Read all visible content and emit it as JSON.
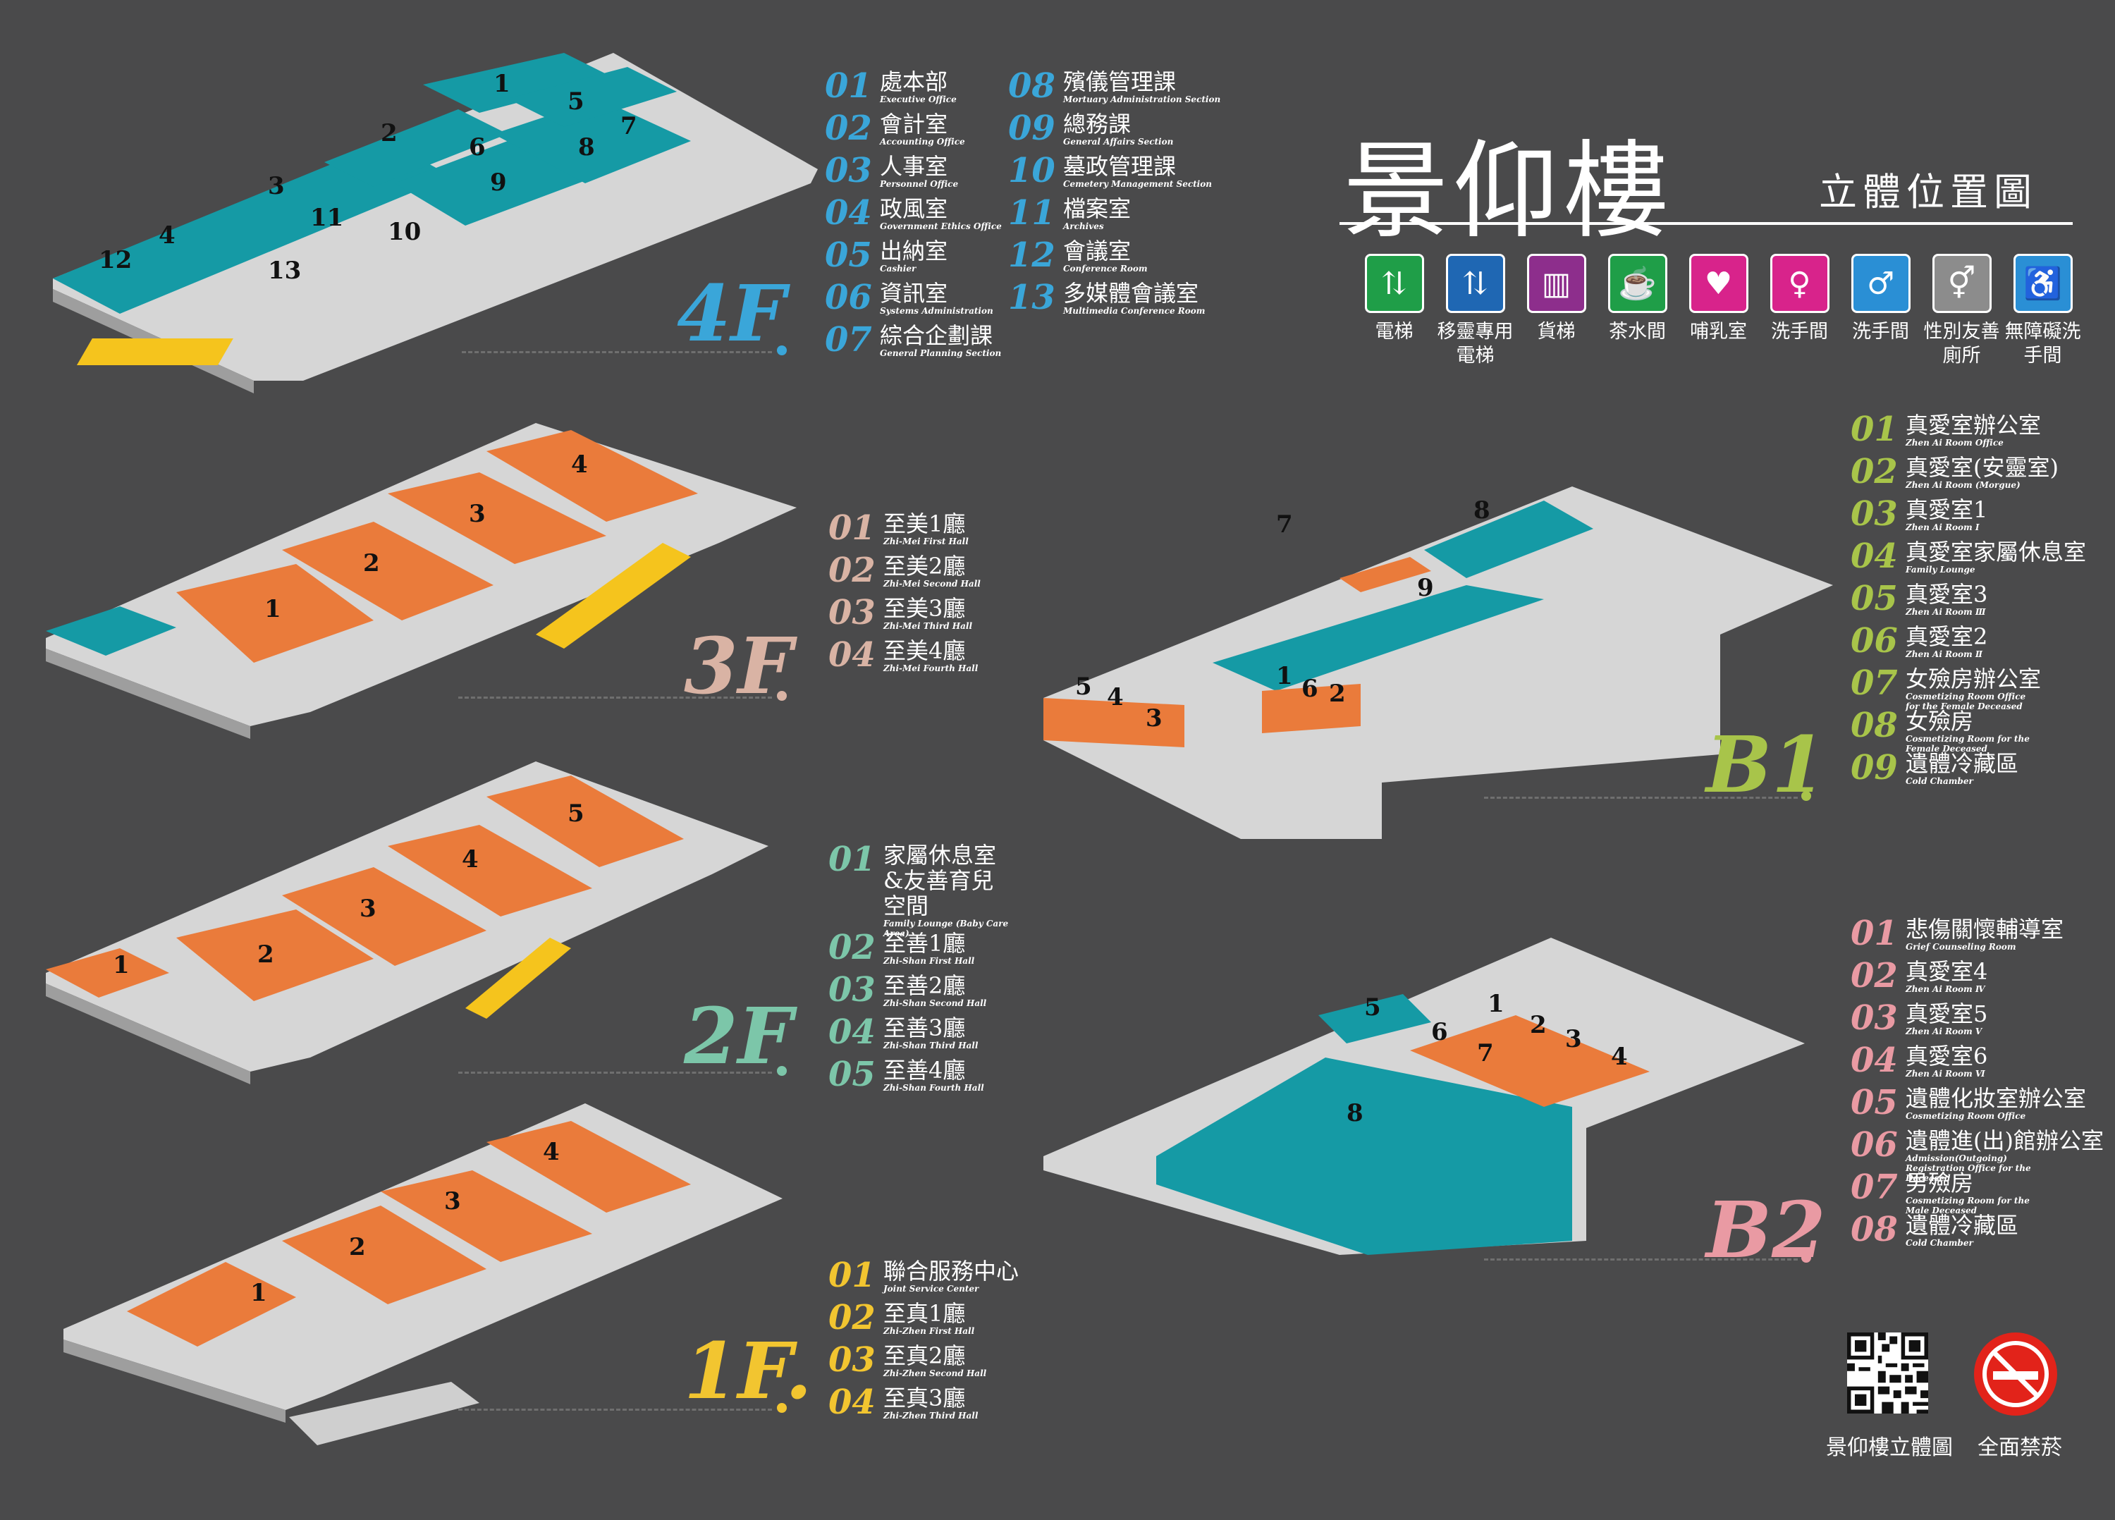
{
  "header": {
    "title": "景仰樓",
    "subtitle": "立體位置圖"
  },
  "icon_legend": [
    {
      "icon": "elevator-icon",
      "color": "#1f9e48",
      "label": "電梯"
    },
    {
      "icon": "transfer-elevator-icon",
      "color": "#1f67b3",
      "label": "移靈專用電梯"
    },
    {
      "icon": "freight-elevator-icon",
      "color": "#8d2e8c",
      "label": "貨梯"
    },
    {
      "icon": "tea-room-icon",
      "color": "#1f9e48",
      "label": "茶水間"
    },
    {
      "icon": "nursing-room-icon",
      "color": "#d8238b",
      "label": "哺乳室"
    },
    {
      "icon": "womens-restroom-icon",
      "color": "#d8238b",
      "label": "洗手間"
    },
    {
      "icon": "mens-restroom-icon",
      "color": "#2a8fd5",
      "label": "洗手間"
    },
    {
      "icon": "gender-friendly-restroom-icon",
      "color": "#8c8c8c",
      "label": "性別友善廁所"
    },
    {
      "icon": "accessible-restroom-icon",
      "color": "#2a8fd5",
      "label": "無障礙洗手間"
    }
  ],
  "colors": {
    "teal": "#159aa5",
    "orange": "#ea7b3b",
    "floor": "#dcdcdc",
    "stairs": "#f5c41d",
    "f4": "#3aa6d9",
    "f3": "#d9b3a4",
    "f2": "#7cc6a9",
    "f1": "#f2c530",
    "b1": "#a8c44a",
    "b2": "#e99aa3"
  },
  "floors": {
    "f4": {
      "label": "4F",
      "rooms": [
        {
          "num": "01",
          "zh": "處本部",
          "en": "Executive Office"
        },
        {
          "num": "02",
          "zh": "會計室",
          "en": "Accounting Office"
        },
        {
          "num": "03",
          "zh": "人事室",
          "en": "Personnel Office"
        },
        {
          "num": "04",
          "zh": "政風室",
          "en": "Government Ethics Office"
        },
        {
          "num": "05",
          "zh": "出納室",
          "en": "Cashier"
        },
        {
          "num": "06",
          "zh": "資訊室",
          "en": "Systems Administration"
        },
        {
          "num": "07",
          "zh": "綜合企劃課",
          "en": "General Planning Section"
        },
        {
          "num": "08",
          "zh": "殯儀管理課",
          "en": "Mortuary Administration Section"
        },
        {
          "num": "09",
          "zh": "總務課",
          "en": "General Affairs Section"
        },
        {
          "num": "10",
          "zh": "墓政管理課",
          "en": "Cemetery Management Section"
        },
        {
          "num": "11",
          "zh": "檔案室",
          "en": "Archives"
        },
        {
          "num": "12",
          "zh": "會議室",
          "en": "Conference Room"
        },
        {
          "num": "13",
          "zh": "多媒體會議室",
          "en": "Multimedia Conference Room"
        }
      ]
    },
    "f3": {
      "label": "3F",
      "rooms": [
        {
          "num": "01",
          "zh": "至美1廳",
          "en": "Zhi-Mei First Hall"
        },
        {
          "num": "02",
          "zh": "至美2廳",
          "en": "Zhi-Mei Second Hall"
        },
        {
          "num": "03",
          "zh": "至美3廳",
          "en": "Zhi-Mei Third Hall"
        },
        {
          "num": "04",
          "zh": "至美4廳",
          "en": "Zhi-Mei Fourth Hall"
        }
      ]
    },
    "f2": {
      "label": "2F",
      "rooms": [
        {
          "num": "01",
          "zh": "家屬休息室&友善育兒空間",
          "en": "Family Lounge (Baby Care Area)"
        },
        {
          "num": "02",
          "zh": "至善1廳",
          "en": "Zhi-Shan First Hall"
        },
        {
          "num": "03",
          "zh": "至善2廳",
          "en": "Zhi-Shan Second Hall"
        },
        {
          "num": "04",
          "zh": "至善3廳",
          "en": "Zhi-Shan Third Hall"
        },
        {
          "num": "05",
          "zh": "至善4廳",
          "en": "Zhi-Shan Fourth Hall"
        }
      ]
    },
    "f1": {
      "label": "1F.",
      "rooms": [
        {
          "num": "01",
          "zh": "聯合服務中心",
          "en": "Joint Service Center"
        },
        {
          "num": "02",
          "zh": "至真1廳",
          "en": "Zhi-Zhen First Hall"
        },
        {
          "num": "03",
          "zh": "至真2廳",
          "en": "Zhi-Zhen Second Hall"
        },
        {
          "num": "04",
          "zh": "至真3廳",
          "en": "Zhi-Zhen Third Hall"
        }
      ]
    },
    "b1": {
      "label": "B1",
      "rooms": [
        {
          "num": "01",
          "zh": "真愛室辦公室",
          "en": "Zhen Ai Room Office"
        },
        {
          "num": "02",
          "zh": "真愛室(安靈室)",
          "en": "Zhen Ai Room (Morgue)"
        },
        {
          "num": "03",
          "zh": "真愛室1",
          "en": "Zhen Ai Room Ⅰ"
        },
        {
          "num": "04",
          "zh": "真愛室家屬休息室",
          "en": "Family Lounge"
        },
        {
          "num": "05",
          "zh": "真愛室3",
          "en": "Zhen Ai Room Ⅲ"
        },
        {
          "num": "06",
          "zh": "真愛室2",
          "en": "Zhen Ai Room Ⅱ"
        },
        {
          "num": "07",
          "zh": "女殮房辦公室",
          "en": "Cosmetizing Room Office for the Female Deceased"
        },
        {
          "num": "08",
          "zh": "女殮房",
          "en": "Cosmetizing Room for the Female Deceased"
        },
        {
          "num": "09",
          "zh": "遺體冷藏區",
          "en": "Cold Chamber"
        }
      ]
    },
    "b2": {
      "label": "B2",
      "rooms": [
        {
          "num": "01",
          "zh": "悲傷關懷輔導室",
          "en": "Grief Counseling Room"
        },
        {
          "num": "02",
          "zh": "真愛室4",
          "en": "Zhen Ai Room Ⅳ"
        },
        {
          "num": "03",
          "zh": "真愛室5",
          "en": "Zhen Ai Room Ⅴ"
        },
        {
          "num": "04",
          "zh": "真愛室6",
          "en": "Zhen Ai Room Ⅵ"
        },
        {
          "num": "05",
          "zh": "遺體化妝室辦公室",
          "en": "Cosmetizing Room Office"
        },
        {
          "num": "06",
          "zh": "遺體進(出)館辦公室",
          "en": "Admission(Outgoing) Registration Office for the Deceased"
        },
        {
          "num": "07",
          "zh": "男殮房",
          "en": "Cosmetizing Room for the Male Deceased"
        },
        {
          "num": "08",
          "zh": "遺體冷藏區",
          "en": "Cold Chamber"
        }
      ]
    }
  },
  "footer": {
    "qr_label": "景仰樓立體圖",
    "no_smoking_label": "全面禁菸"
  }
}
